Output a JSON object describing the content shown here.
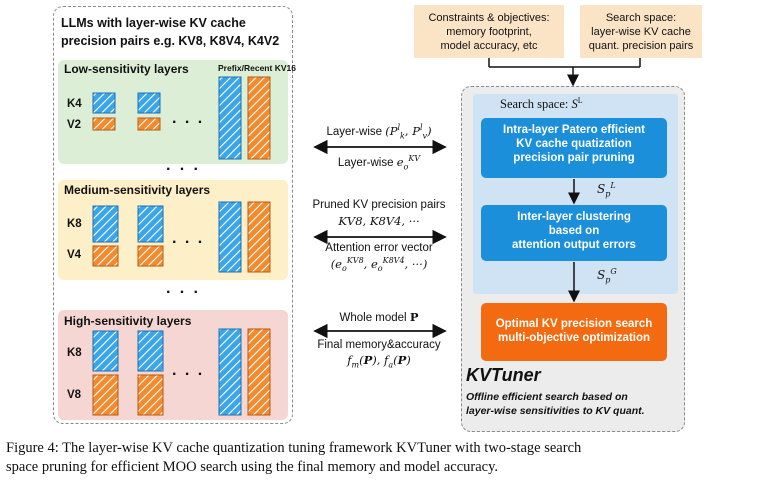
{
  "left": {
    "title_line1": "LLMs with layer-wise KV cache",
    "title_line2": "precision pairs e.g. KV8, K8V4, K4V2",
    "low_title": "Low-sensitivity layers",
    "low_prefix": "Prefix/Recent KV16",
    "low_k": "K4",
    "low_v": "V2",
    "med_title": "Medium-sensitivity layers",
    "med_k": "K8",
    "med_v": "V4",
    "high_title": "High-sensitivity layers",
    "high_k": "K8",
    "high_v": "V8",
    "ellipsis": ". . .",
    "vdots": "· · ·"
  },
  "middle": {
    "row1_a": "Layer-wise",
    "row1_a_math": "(P_k^l, P_v^l)",
    "row1_b": "Layer-wise",
    "row1_b_math": "e_o^KV",
    "row2_a": "Pruned KV precision pairs",
    "row2_a_math": "KV8, K8V4, ···",
    "row2_b": "Attention error vector",
    "row2_b_math": "(e_o^KV8, e_o^K8V4, ···)",
    "row3_a": "Whole model",
    "row3_a_math": "P",
    "row3_b": "Final memory&accuracy",
    "row3_b_math": "f_m(P), f_a(P)"
  },
  "top": {
    "constraints_l1": "Constraints & objectives:",
    "constraints_l2": "memory footprint,",
    "constraints_l3": "model accuracy, etc",
    "space_l1": "Search space:",
    "space_l2": "layer-wise KV cache",
    "space_l3": "quant. precision pairs"
  },
  "right": {
    "search_space_label": "Search space:",
    "search_space_math": "S",
    "search_space_sup": "L",
    "intra_l1": "Intra-layer Patero efficient",
    "intra_l2": "KV cache quatization",
    "intra_l3": "precision pair pruning",
    "sp_l": "S",
    "sp_l_sub": "p",
    "sp_l_sup": "L",
    "inter_l1": "Inter-layer clustering",
    "inter_l2": "based on",
    "inter_l3": "attention output errors",
    "sp_g": "S",
    "sp_g_sub": "p",
    "sp_g_sup": "G",
    "optimal_l1": "Optimal KV precision search",
    "optimal_l2": "multi-objective optimization",
    "kvtuner": "KVTuner",
    "desc_l1": "Offline efficient search based on",
    "desc_l2": "layer-wise sensitivities to KV quant."
  },
  "caption": {
    "line1": "Figure 4: The layer-wise KV cache quantization tuning framework KVTuner with two-stage search",
    "line2": "space pruning for efficient MOO search using the final memory and model accuracy."
  },
  "colors": {
    "blue": "#1b8fd9",
    "orange": "#f36a10",
    "low_bg": "#dcefd6",
    "med_bg": "#fdefc8",
    "high_bg": "#f6d6d2",
    "peach": "#fbe3c6",
    "search_bg": "#cfe3f5"
  }
}
